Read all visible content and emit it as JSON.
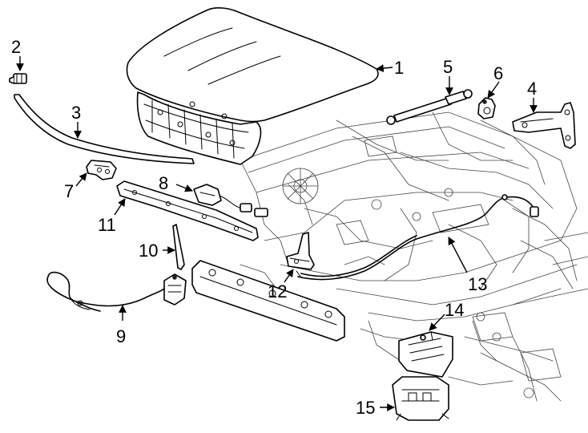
{
  "callouts": [
    {
      "id": "1",
      "text": "1"
    },
    {
      "id": "2",
      "text": "2"
    },
    {
      "id": "3",
      "text": "3"
    },
    {
      "id": "4",
      "text": "4"
    },
    {
      "id": "5",
      "text": "5"
    },
    {
      "id": "6",
      "text": "6"
    },
    {
      "id": "7",
      "text": "7"
    },
    {
      "id": "8",
      "text": "8"
    },
    {
      "id": "9",
      "text": "9"
    },
    {
      "id": "10",
      "text": "10"
    },
    {
      "id": "11",
      "text": "11"
    },
    {
      "id": "12",
      "text": "12"
    },
    {
      "id": "13",
      "text": "13"
    },
    {
      "id": "14",
      "text": "14"
    },
    {
      "id": "15",
      "text": "15"
    }
  ]
}
